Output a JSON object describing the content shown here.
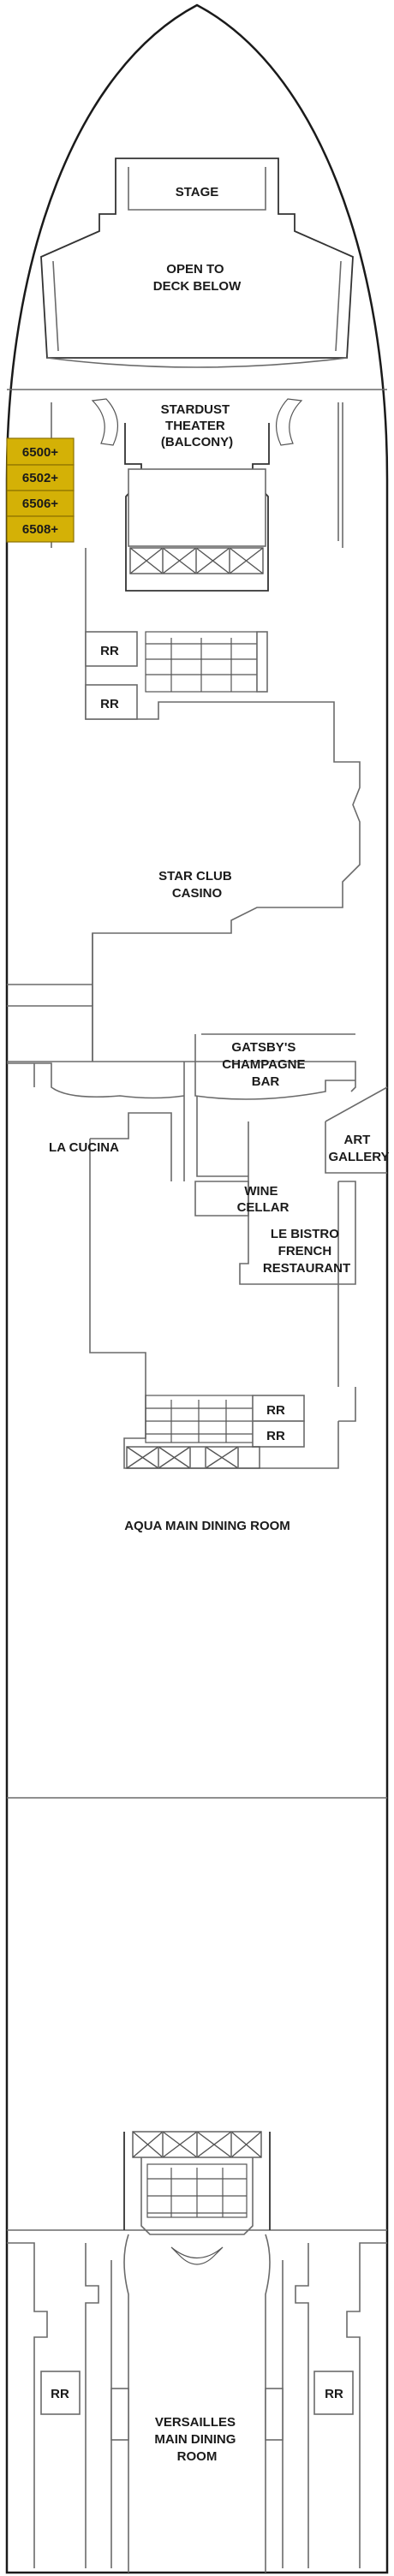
{
  "cabins": [
    "6500+",
    "6502+",
    "6506+",
    "6508+"
  ],
  "colors": {
    "cabin_fill": "#d4b106",
    "hull": "#1a1a1a",
    "wall": "#6a6a6a"
  },
  "venues": {
    "stage": "STAGE",
    "open_to_deck": [
      "OPEN TO",
      "DECK BELOW"
    ],
    "stardust": [
      "STARDUST",
      "THEATER",
      "(BALCONY)"
    ],
    "star_club": [
      "STAR CLUB",
      "CASINO"
    ],
    "gatsbys": [
      "GATSBY'S",
      "CHAMPAGNE",
      "BAR"
    ],
    "art_gallery": [
      "ART",
      "GALLERY"
    ],
    "la_cucina": "LA CUCINA",
    "wine_cellar": [
      "WINE",
      "CELLAR"
    ],
    "le_bistro": [
      "LE BISTRO",
      "FRENCH",
      "RESTAURANT"
    ],
    "aqua": "AQUA MAIN DINING ROOM",
    "versailles": [
      "VERSAILLES",
      "MAIN DINING",
      "ROOM"
    ]
  },
  "restroom_label": "RR"
}
